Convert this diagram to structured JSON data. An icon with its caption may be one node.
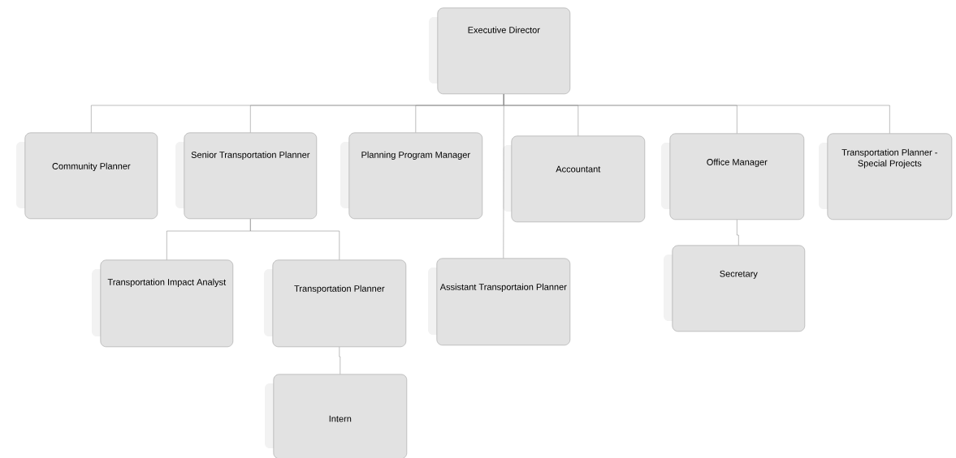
{
  "diagram": {
    "nodes": [
      {
        "text": [
          "Executive Director"
        ]
      },
      {
        "text": [
          "Community Planner"
        ]
      },
      {
        "text": [
          "Senior Transportation Planner"
        ]
      },
      {
        "text": [
          "Planning Program Manager"
        ]
      },
      {
        "text": [
          "Accountant"
        ]
      },
      {
        "text": [
          "Office Manager"
        ]
      },
      {
        "text": [
          "Transportation Planner - Special Projects"
        ]
      },
      {
        "text": [
          "Transportation Impact Analyst"
        ]
      },
      {
        "text": [
          "Transportation Planner"
        ]
      },
      {
        "text": [
          "Assistant Transportaion Planner"
        ]
      },
      {
        "text": [
          "Secretary"
        ]
      },
      {
        "text": [
          "Intern"
        ]
      }
    ],
    "edges": [
      {
        "from": 0,
        "to": 1,
        "arrow": "none"
      },
      {
        "from": 0,
        "to": 2,
        "arrow": "none"
      },
      {
        "from": 0,
        "to": 3,
        "arrow": "none"
      },
      {
        "from": 0,
        "to": 4,
        "arrow": "none"
      },
      {
        "from": 0,
        "to": 5,
        "arrow": "none"
      },
      {
        "from": 0,
        "to": 6,
        "arrow": "none"
      },
      {
        "from": 0,
        "to": 9,
        "arrow": "none"
      },
      {
        "from": 2,
        "to": 7,
        "arrow": "none"
      },
      {
        "from": 2,
        "to": 8,
        "arrow": "none"
      },
      {
        "from": 8,
        "to": 11,
        "arrow": "none"
      },
      {
        "from": 5,
        "to": 10,
        "arrow": "none"
      }
    ]
  }
}
